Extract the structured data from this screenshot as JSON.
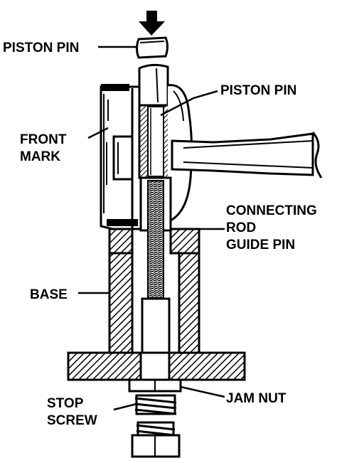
{
  "labels": {
    "piston_pin_top": "PISTON PIN",
    "piston_pin_inner": "PISTON PIN",
    "front_mark_line1": "FRONT",
    "front_mark_line2": "MARK",
    "connecting_rod_line1": "CONNECTING",
    "connecting_rod_line2": "ROD",
    "connecting_rod_line3": "GUIDE PIN",
    "base": "BASE",
    "stop_screw_line1": "STOP",
    "stop_screw_line2": "SCREW",
    "jam_nut": "JAM NUT"
  },
  "colors": {
    "ink": "#000000",
    "paper": "#ffffff"
  }
}
